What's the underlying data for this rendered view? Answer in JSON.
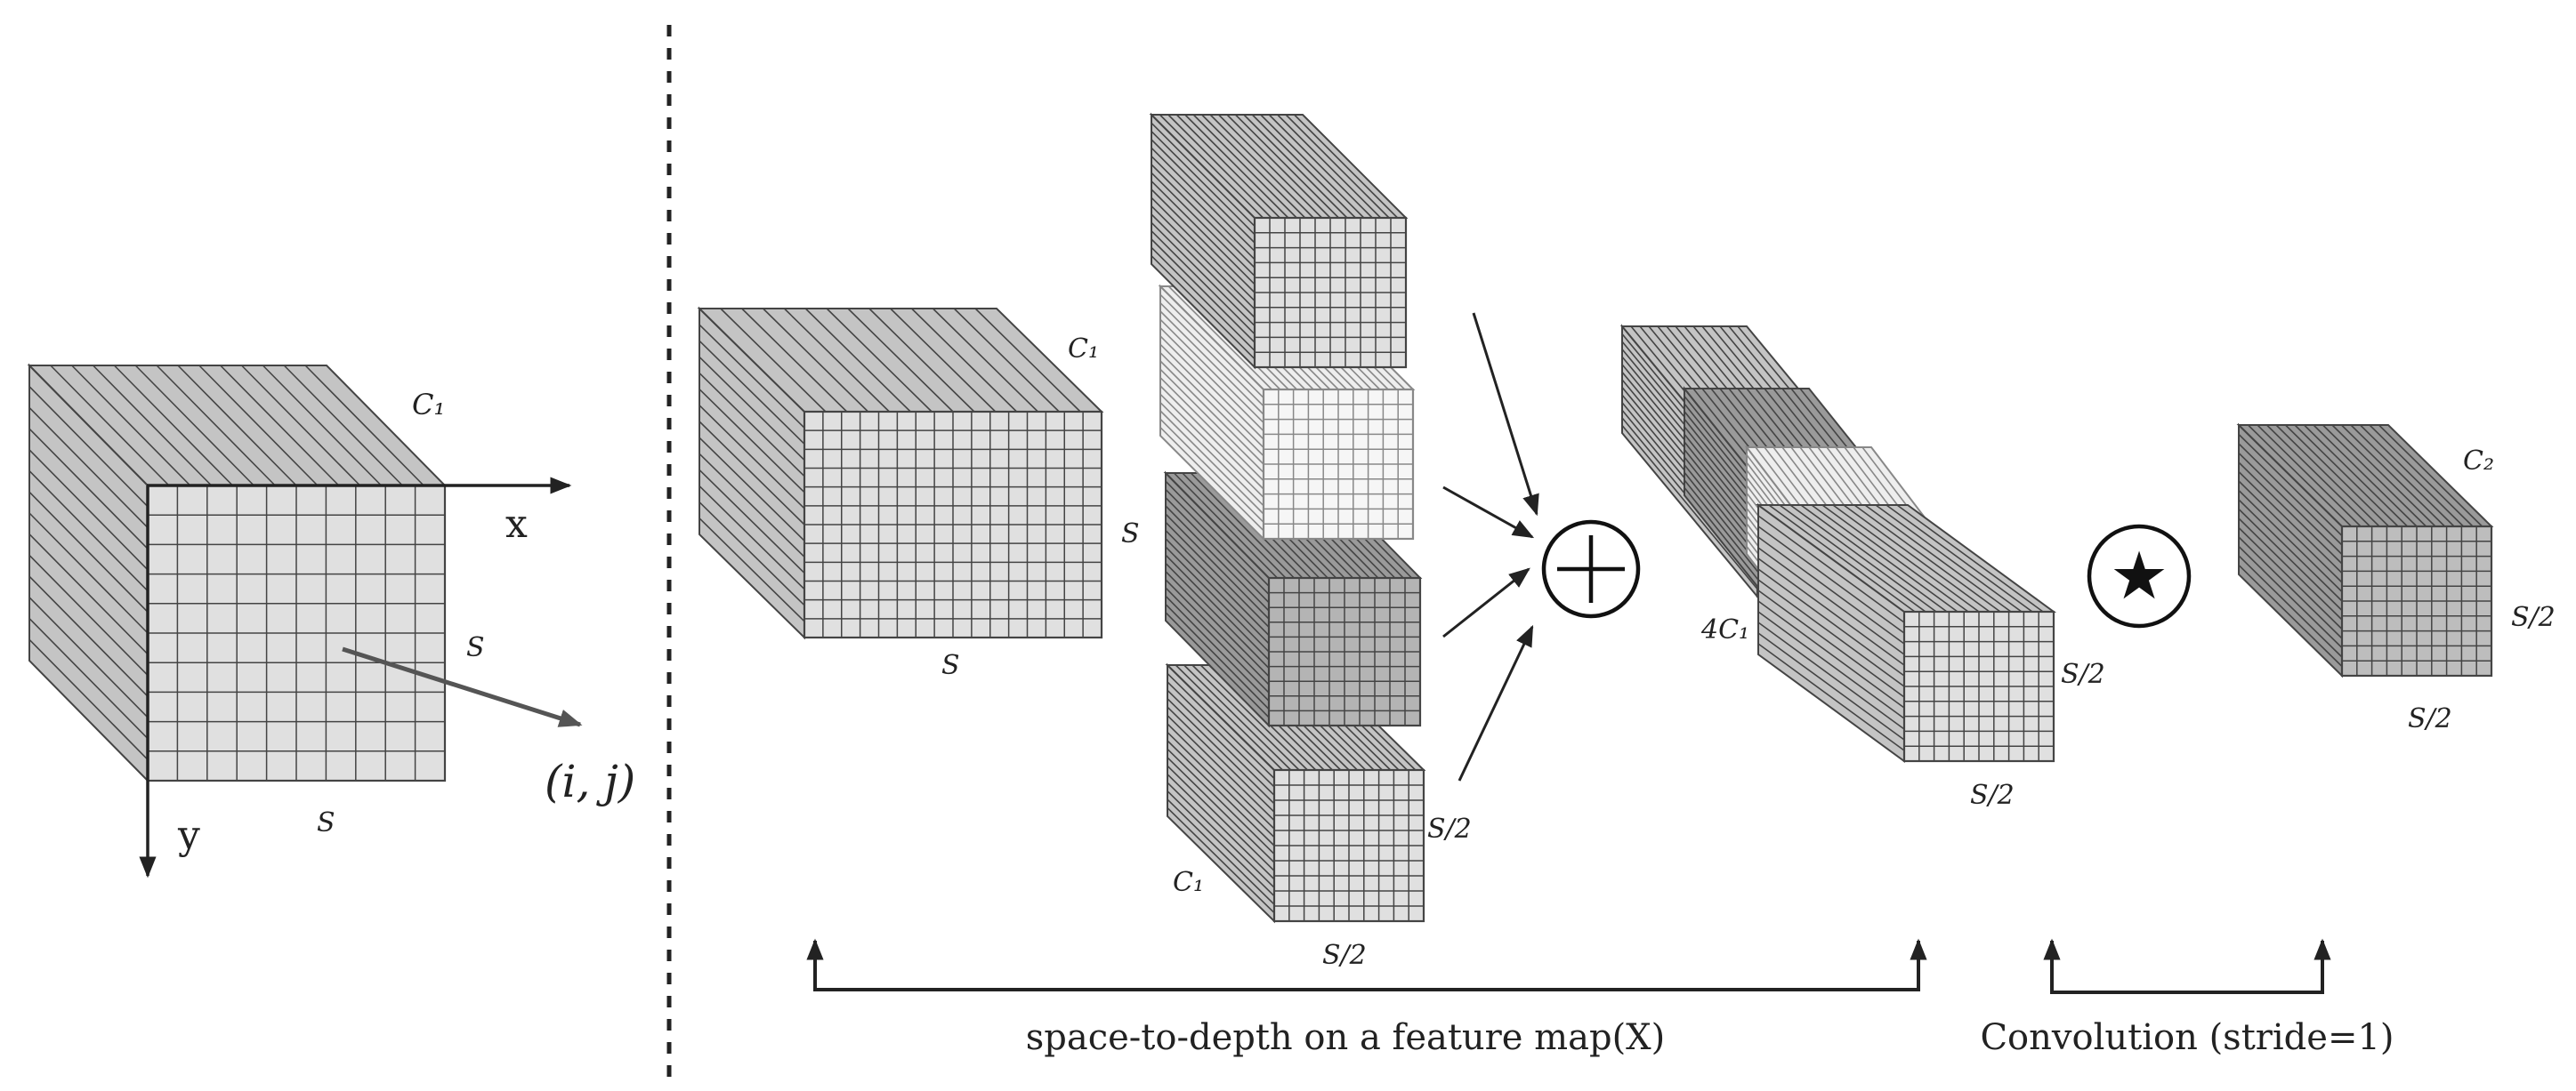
{
  "left_panel": {
    "channel_label": "C₁",
    "height_label": "S",
    "width_label": "S",
    "x_axis_label": "x",
    "y_axis_label": "y",
    "pixel_label": "(i, j)"
  },
  "input_block": {
    "channel_label": "C₁",
    "height_label": "S",
    "width_label": "S"
  },
  "sub_blocks": {
    "channel_label": "C₁",
    "height_label": "S/2",
    "width_label": "S/2"
  },
  "operators": {
    "concat_symbol": "+",
    "conv_symbol": "★"
  },
  "stacked_block": {
    "channel_label": "4C₁",
    "height_label": "S/2",
    "width_label": "S/2"
  },
  "output_block": {
    "channel_label": "C₂",
    "height_label": "S/2",
    "width_label": "S/2"
  },
  "captions": {
    "space_to_depth": "space-to-depth on a feature map(X)",
    "convolution": "Convolution (stride=1)"
  },
  "colors": {
    "line": "#333333",
    "face_dark": "#9a9a9a",
    "face_mid": "#c4c4c4",
    "face_light": "#e0e0e0",
    "face_lighter": "#eeeeee"
  }
}
